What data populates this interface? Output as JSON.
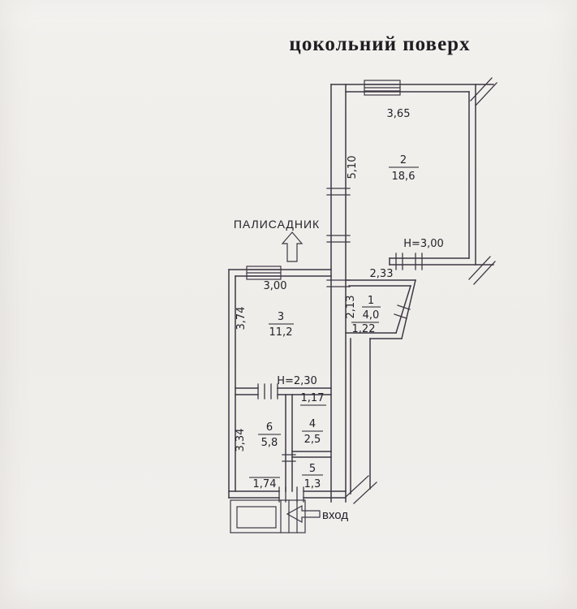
{
  "title": "цокольний поверх",
  "labels": {
    "garden": "ПАЛИСАДНИК",
    "entrance": "вход"
  },
  "rooms": {
    "r1": {
      "number": "1",
      "area": "4,0"
    },
    "r2": {
      "number": "2",
      "area": "18,6"
    },
    "r3": {
      "number": "3",
      "area": "11,2"
    },
    "r4": {
      "number": "4",
      "area": "2,5"
    },
    "r5": {
      "number": "5",
      "area": "1,3"
    },
    "r6": {
      "number": "6",
      "area": "5,8"
    }
  },
  "dims": {
    "room2_width": "3,65",
    "room2_depth": "5,10",
    "room2_height": "Н=3,00",
    "hall_width": "2,33",
    "hall_depth": "2,13",
    "hall_bottom": "1,22",
    "room3_width": "3,00",
    "room3_depth": "3,74",
    "room3_height": "Н=2,30",
    "room4_width": "1,17",
    "room6_depth": "3,34",
    "room6_width": "1,74"
  },
  "colors": {
    "ink": "#3e3744",
    "text": "#23222a",
    "paper": "#f1efec"
  }
}
